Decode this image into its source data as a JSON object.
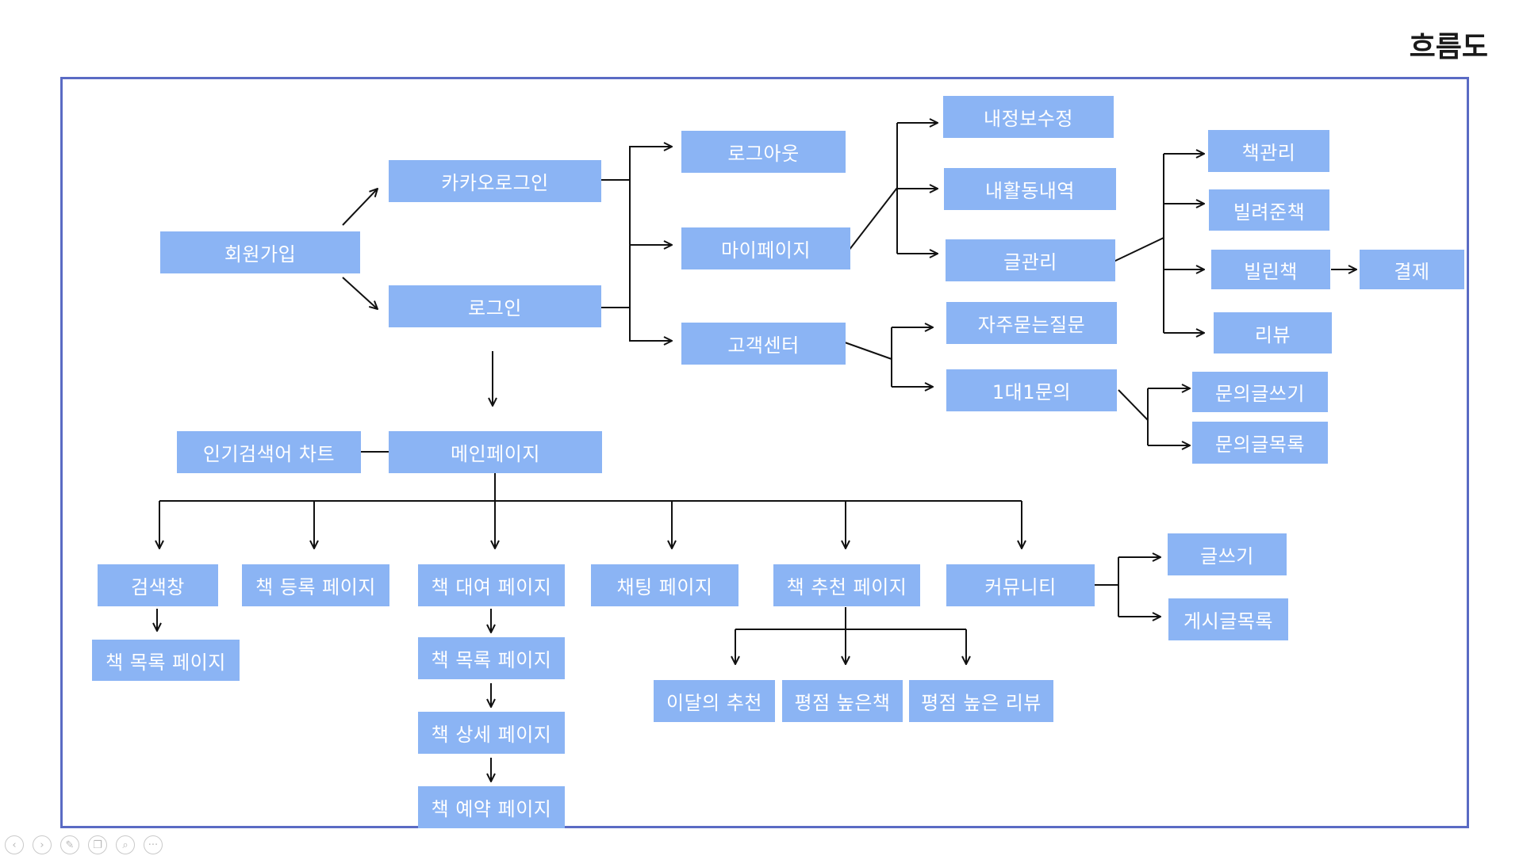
{
  "title": "흐름도",
  "colors": {
    "node": "#8bb4f4",
    "frame": "#5a6bc4",
    "line": "#111111"
  },
  "nodes": {
    "signup": "회원가입",
    "kakao_login": "카카오로그인",
    "login": "로그인",
    "logout": "로그아웃",
    "mypage": "마이페이지",
    "customer_center": "고객센터",
    "edit_info": "내정보수정",
    "activity": "내활동내역",
    "post_manage": "글관리",
    "faq": "자주묻는질문",
    "one_on_one": "1대1문의",
    "book_manage": "책관리",
    "lend_book": "빌려준책",
    "borrowed_book": "빌린책",
    "payment": "결제",
    "review": "리뷰",
    "inquiry_write": "문의글쓰기",
    "inquiry_list": "문의글목록",
    "popular_chart": "인기검색어 차트",
    "main_page": "메인페이지",
    "search": "검색창",
    "book_register": "책 등록 페이지",
    "book_rent": "책 대여 페이지",
    "chat": "채팅 페이지",
    "book_recommend": "책 추천 페이지",
    "community": "커뮤니티",
    "write": "글쓰기",
    "post_list": "게시글목록",
    "book_list_a": "책 목록 페이지",
    "book_list_b": "책 목록 페이지",
    "book_detail": "책 상세 페이지",
    "book_reserve": "책 예약 페이지",
    "month_pick": "이달의 추천",
    "top_books": "평점 높은책",
    "top_reviews": "평점 높은 리뷰"
  },
  "toolbar": {
    "prev": "‹",
    "next": "›",
    "pen": "✎",
    "copy": "❐",
    "zoom": "⌕",
    "more": "···"
  }
}
